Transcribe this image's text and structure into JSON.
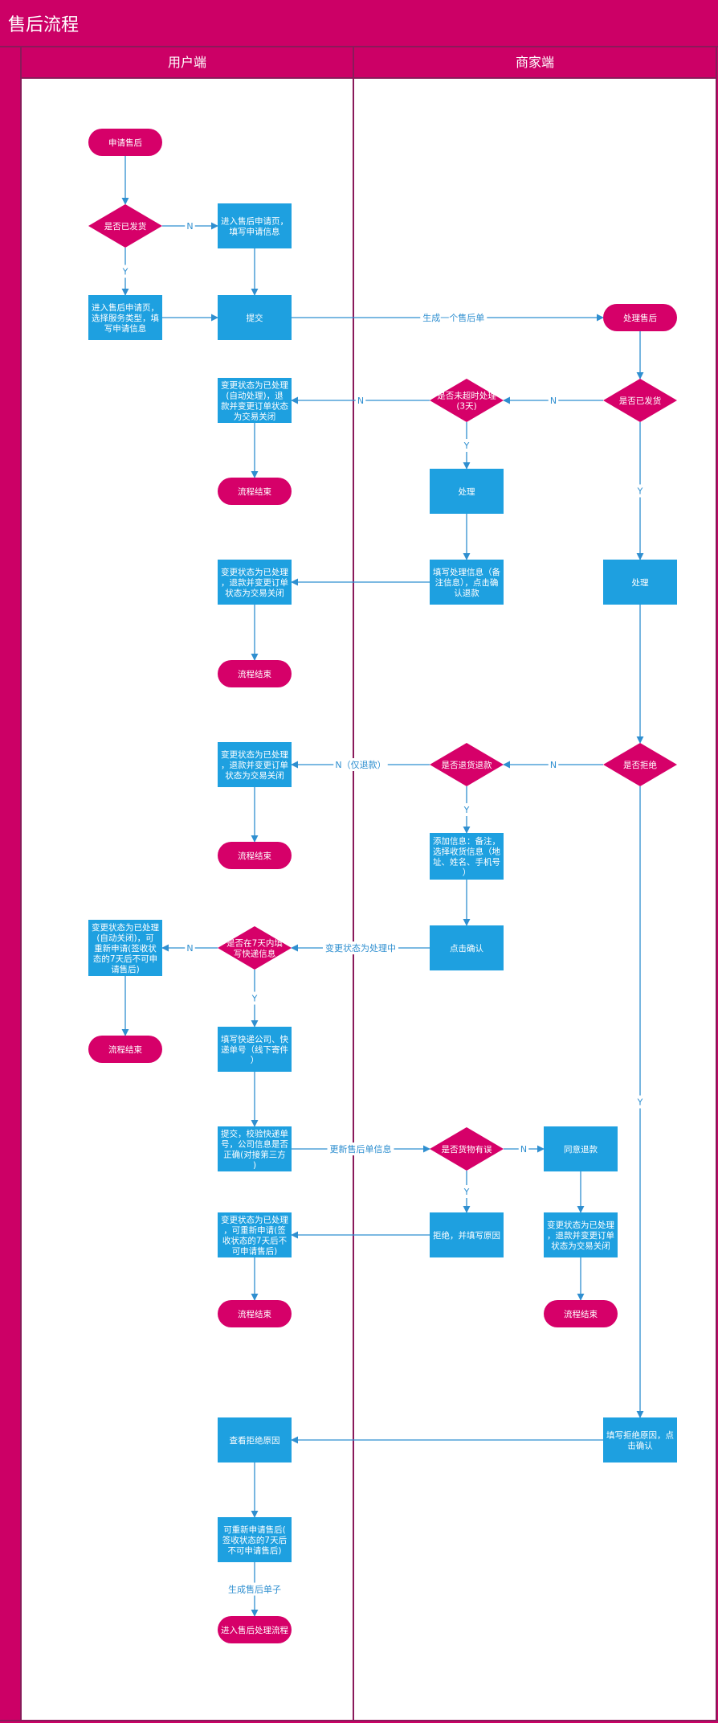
{
  "title": "售后流程",
  "lanes": {
    "user": "用户端",
    "merchant": "商家端"
  },
  "colors": {
    "frame": "#cc0066",
    "lane_line": "#8a1a5a",
    "box": "#1ea0e0",
    "terminal": "#d60069",
    "decision": "#d60069",
    "edge": "#2f8fd0"
  },
  "nodes": {
    "n_apply": "申请售后",
    "n_shipped_q": "是否已发货",
    "n_enter_page": "进入售后申请页，填写申请信息",
    "n_enter_select": "进入售后申请页，选择服务类型，填写申请信息",
    "n_submit": "提交",
    "n_handle_start": "处理售后",
    "n_change_auto": "变更状态为已处理(自动处理)，退款并变更订单状态为交易关闭",
    "n_timeout_q": "是否未超时处理(3天)",
    "n_m_shipped_q": "是否已发货",
    "n_end1": "流程结束",
    "n_process1": "处理",
    "n_change2": "变更状态为已处理，退款并变更订单状态为交易关闭",
    "n_fill_process": "填写处理信息（备注信息），点击确认退款",
    "n_process2": "处理",
    "n_end2": "流程结束",
    "n_change3": "变更状态为已处理，退款并变更订单状态为交易关闭",
    "n_return_q": "是否退货退款",
    "n_reject_q": "是否拒绝",
    "n_end3": "流程结束",
    "n_add_info": "添加信息：备注，选择收货信息（地址、姓名、手机号）",
    "n_change4": "变更状态为已处理(自动关闭)，可重新申请(签收状态的7天后不可申请售后)",
    "n_fill7_q": "是否在7天内填写快递信息",
    "n_click_confirm": "点击确认",
    "n_end4": "流程结束",
    "n_fill_courier": "填写快递公司、快递单号（线下寄件）",
    "n_submit_verify": "提交，校验快递单号，公司信息是否正确(对接第三方)",
    "n_goods_q": "是否货物有误",
    "n_agree_refund": "同意退款",
    "n_change5": "变更状态为已处理，可重新申请(签收状态的7天后不可申请售后)",
    "n_reject_reason": "拒绝，并填写原因",
    "n_change6": "变更状态为已处理，退款并变更订单状态为交易关闭",
    "n_end5": "流程结束",
    "n_end6": "流程结束",
    "n_view_reason": "查看拒绝原因",
    "n_fill_reject": "填写拒绝原因，点击确认",
    "n_reapply": "可重新申请售后(签收状态的7天后不可申请售后)",
    "n_enter_flow": "进入售后处理流程"
  },
  "edge_labels": {
    "N": "N",
    "Y": "Y",
    "gen_order": "生成一个售后单",
    "refund_only": "N（仅退款）",
    "to_processing": "变更状态为处理中",
    "update_order": "更新售后单信息",
    "gen_child": "生成售后单子"
  }
}
